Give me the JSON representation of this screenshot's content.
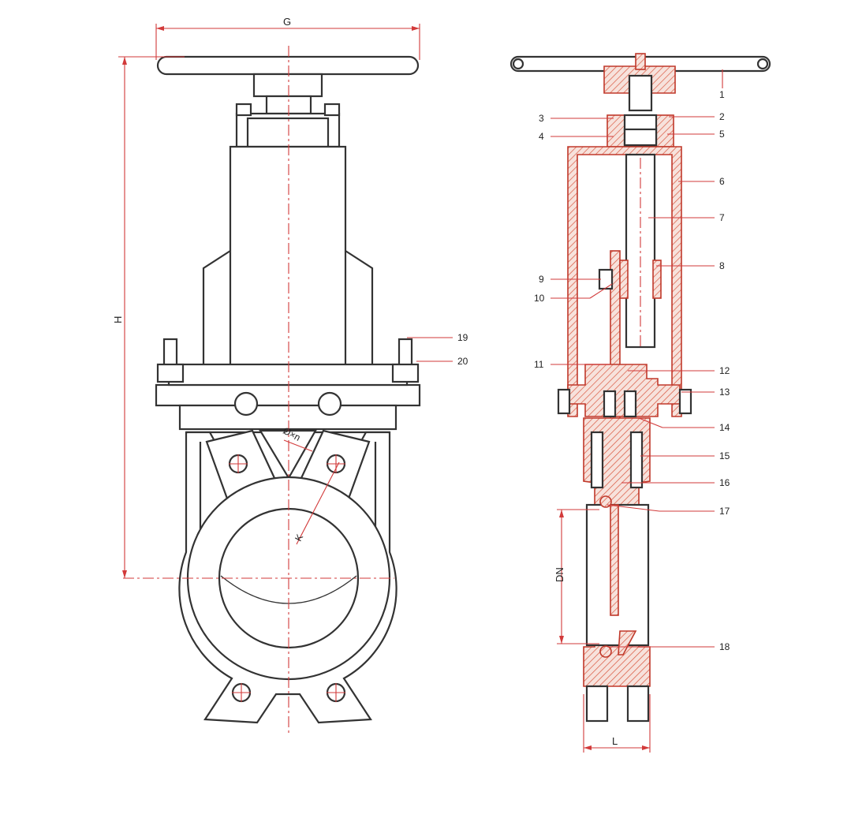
{
  "colors": {
    "outline": "#333333",
    "dimension": "#d23a3a",
    "section_hatch": "#e07a5f",
    "background": "#ffffff"
  },
  "front_view": {
    "dimensions": {
      "G": "G",
      "H": "H",
      "bolts": "Ø×n",
      "K": "K"
    }
  },
  "side_view": {
    "dimensions": {
      "DN": "DN",
      "L": "L"
    },
    "callouts": [
      "1",
      "2",
      "3",
      "4",
      "5",
      "6",
      "7",
      "8",
      "9",
      "10",
      "11",
      "12",
      "13",
      "14",
      "15",
      "16",
      "17",
      "18",
      "19",
      "20"
    ]
  }
}
